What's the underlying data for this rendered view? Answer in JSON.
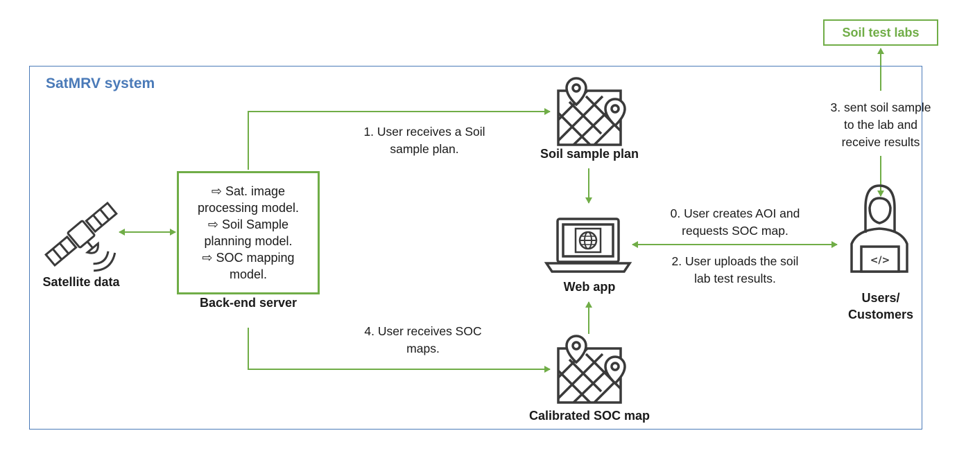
{
  "system": {
    "title": "SatMRV system"
  },
  "nodes": {
    "satellite": {
      "label": "Satellite data",
      "icon": "satellite-icon"
    },
    "server": {
      "label": "Back-end server",
      "lines": [
        "⇨ Sat. image",
        "processing model.",
        "⇨ Soil Sample",
        "planning model.",
        "⇨ SOC mapping",
        "model."
      ]
    },
    "sample_plan": {
      "label": "Soil sample plan",
      "icon": "map-pin-icon"
    },
    "web_app": {
      "label": "Web app",
      "icon": "laptop-globe-icon"
    },
    "soc_map": {
      "label": "Calibrated SOC map",
      "icon": "map-pin-icon"
    },
    "users": {
      "label_line1": "Users/",
      "label_line2": "Customers",
      "icon": "user-coder-icon"
    },
    "labs": {
      "label": "Soil test labs"
    }
  },
  "edges": {
    "e1": {
      "line1": "1. User receives a Soil",
      "line2": "sample plan."
    },
    "e4": {
      "line1": "4. User receives SOC",
      "line2": "maps."
    },
    "e0": {
      "line1": "0. User creates AOI and",
      "line2": "requests SOC map."
    },
    "e2": {
      "line1": "2. User uploads the soil",
      "line2": "lab test results."
    },
    "e3": {
      "line1": "3. sent soil sample",
      "line2": "to the lab and",
      "line3": "receive results"
    }
  },
  "colors": {
    "arrow": "#70ad47",
    "frame": "#4a7ab8",
    "icon": "#3a3a3a"
  }
}
